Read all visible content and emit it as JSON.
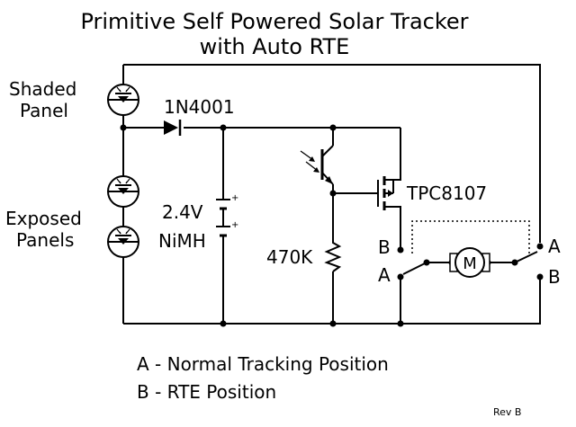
{
  "title": {
    "line1": "Primitive Self Powered Solar Tracker",
    "line2": "with Auto RTE"
  },
  "labels": {
    "shaded_panel_1": "Shaded",
    "shaded_panel_2": "Panel",
    "exposed_panels_1": "Exposed",
    "exposed_panels_2": "Panels",
    "diode": "1N4001",
    "battery_v": "2.4V",
    "battery_type": "NiMH",
    "resistor": "470K",
    "mosfet": "TPC8107",
    "sw_left_b": "B",
    "sw_left_a": "A",
    "sw_right_a": "A",
    "sw_right_b": "B",
    "motor": "M"
  },
  "legend": {
    "a": "A - Normal Tracking Position",
    "b": "B - RTE Position"
  },
  "revision": "Rev B"
}
